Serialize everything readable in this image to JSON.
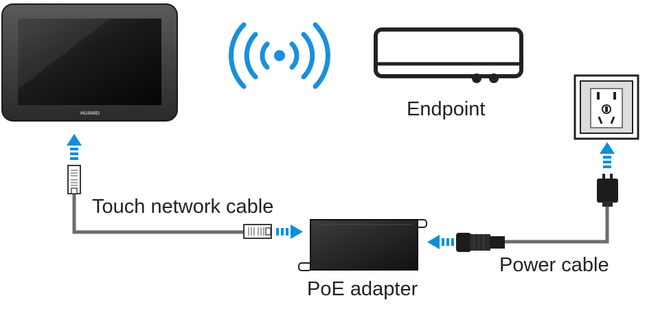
{
  "labels": {
    "endpoint": "Endpoint",
    "touch_network_cable": "Touch network cable",
    "poe_adapter": "PoE adapter",
    "power_cable": "Power cable"
  },
  "devices": {
    "touch_panel_brand": "HUAWEI"
  },
  "icons": {
    "touch_panel": "touch-panel-icon",
    "wireless": "wireless-signal-icon",
    "endpoint": "endpoint-device-icon",
    "power_outlet": "power-outlet-icon",
    "poe_adapter": "poe-adapter-icon",
    "rj45_connector": "rj45-connector-icon",
    "power_plug": "power-plug-icon",
    "arrow": "dashed-arrow-icon"
  },
  "colors": {
    "arrow_blue": "#0a8fd8",
    "wifi_blue": "#1a8ee0",
    "cable_gray": "#6d6d6d",
    "device_black": "#222222",
    "outlet_gray": "#d9d9d9",
    "text": "#222222"
  }
}
